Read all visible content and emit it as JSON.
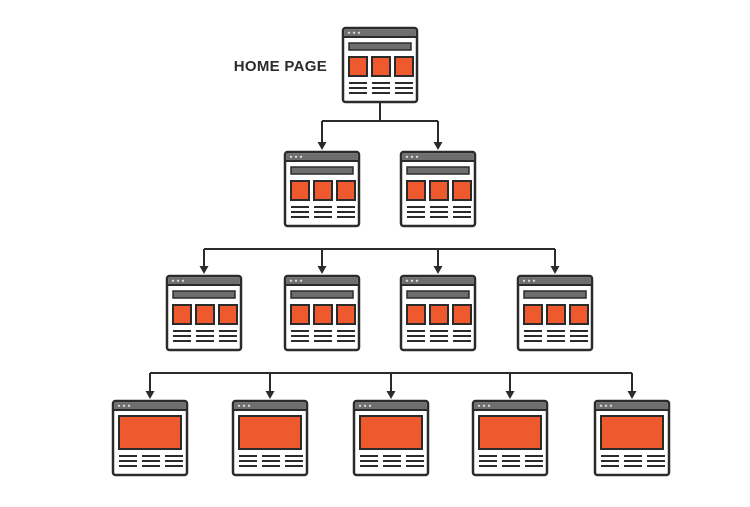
{
  "diagram": {
    "home_label": "HOME PAGE"
  },
  "colors": {
    "outline": "#2b2b2b",
    "header_bar": "#6e6e6e",
    "dot": "#d9d9d9",
    "accent": "#ee5a2e",
    "text_bar": "#6e6e6e",
    "lines": "#2b2b2b",
    "background": "#ffffff"
  },
  "tree": {
    "levels": [
      {
        "page_count": 1,
        "layout": "three-blocks"
      },
      {
        "page_count": 2,
        "layout": "three-blocks"
      },
      {
        "page_count": 4,
        "layout": "three-blocks"
      },
      {
        "page_count": 5,
        "layout": "single-block"
      }
    ]
  }
}
